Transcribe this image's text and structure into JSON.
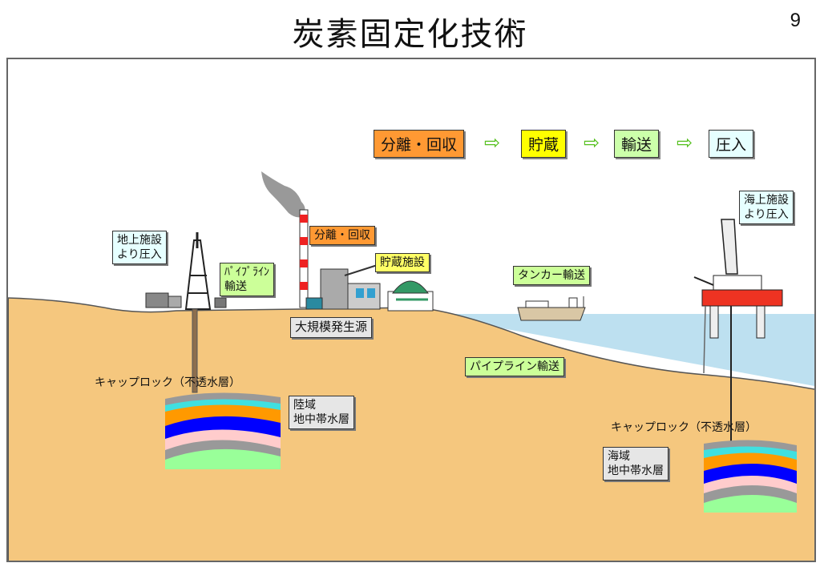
{
  "title": "炭素固定化技術",
  "page_number": "9",
  "flow": [
    {
      "label": "分離・回収",
      "color": "#ff9933"
    },
    {
      "label": "貯蔵",
      "color": "#ffff00"
    },
    {
      "label": "輸送",
      "color": "#ccffaa"
    },
    {
      "label": "圧入",
      "color": "#e6ffff"
    }
  ],
  "labels": {
    "land_injection": "地上施設\nより圧入",
    "pipeline_transport": "ﾊﾟｲﾌﾟﾗｲﾝ\n輸送",
    "separation_recovery": "分離・回収",
    "storage_facility": "貯蔵施設",
    "tanker_transport": "タンカー輸送",
    "offshore_injection": "海上施設\nより圧入",
    "large_power_source": "大規模発生源",
    "pipeline_transport_sea": "パイプライン輸送",
    "caprock_land": "キャップロック（不透水層）",
    "aquifer_land": "陸域\n地中帯水層",
    "caprock_sea": "キャップロック（不透水層）",
    "aquifer_sea": "海域\n地中帯水層"
  },
  "colors": {
    "ground": "#f5c77e",
    "sea": "#bde0f0",
    "flow_arrow": "#66cc33",
    "storage_label": "#ffff66",
    "recovery_label": "#ff9933",
    "pipeline_label": "#ccff99",
    "injection_label": "#e6ffff",
    "aquifer_label": "#e6e6e6",
    "strata": [
      "#999999",
      "#40e0e0",
      "#ff9900",
      "#0000ff",
      "#ffcccc",
      "#999999",
      "#99ff99"
    ]
  }
}
